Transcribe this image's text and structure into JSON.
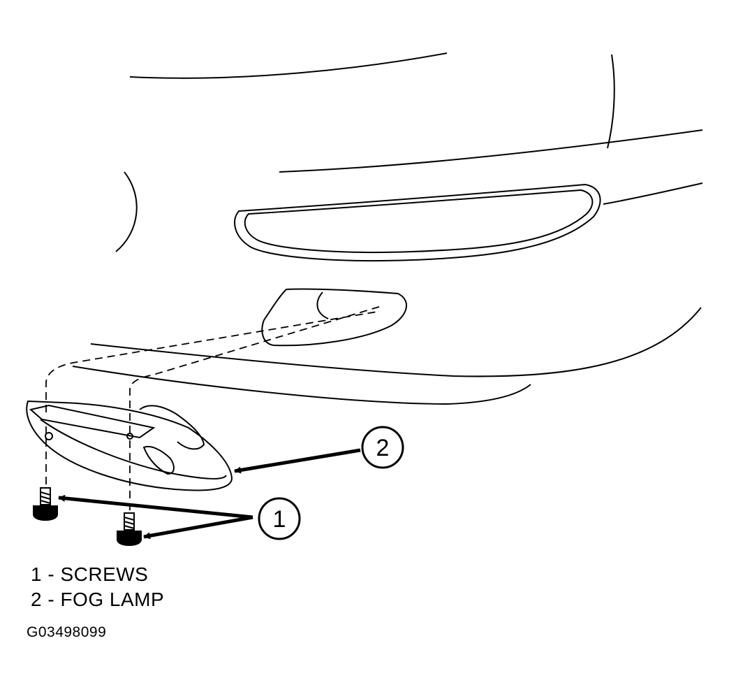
{
  "callouts": [
    {
      "number": "1",
      "target": "screws"
    },
    {
      "number": "2",
      "target": "fog-lamp"
    }
  ],
  "legend": [
    {
      "text": "1 - SCREWS"
    },
    {
      "text": "2 - FOG LAMP"
    }
  ],
  "figure_code": "G03498099",
  "colors": {
    "line": "#000000",
    "background": "#ffffff"
  }
}
